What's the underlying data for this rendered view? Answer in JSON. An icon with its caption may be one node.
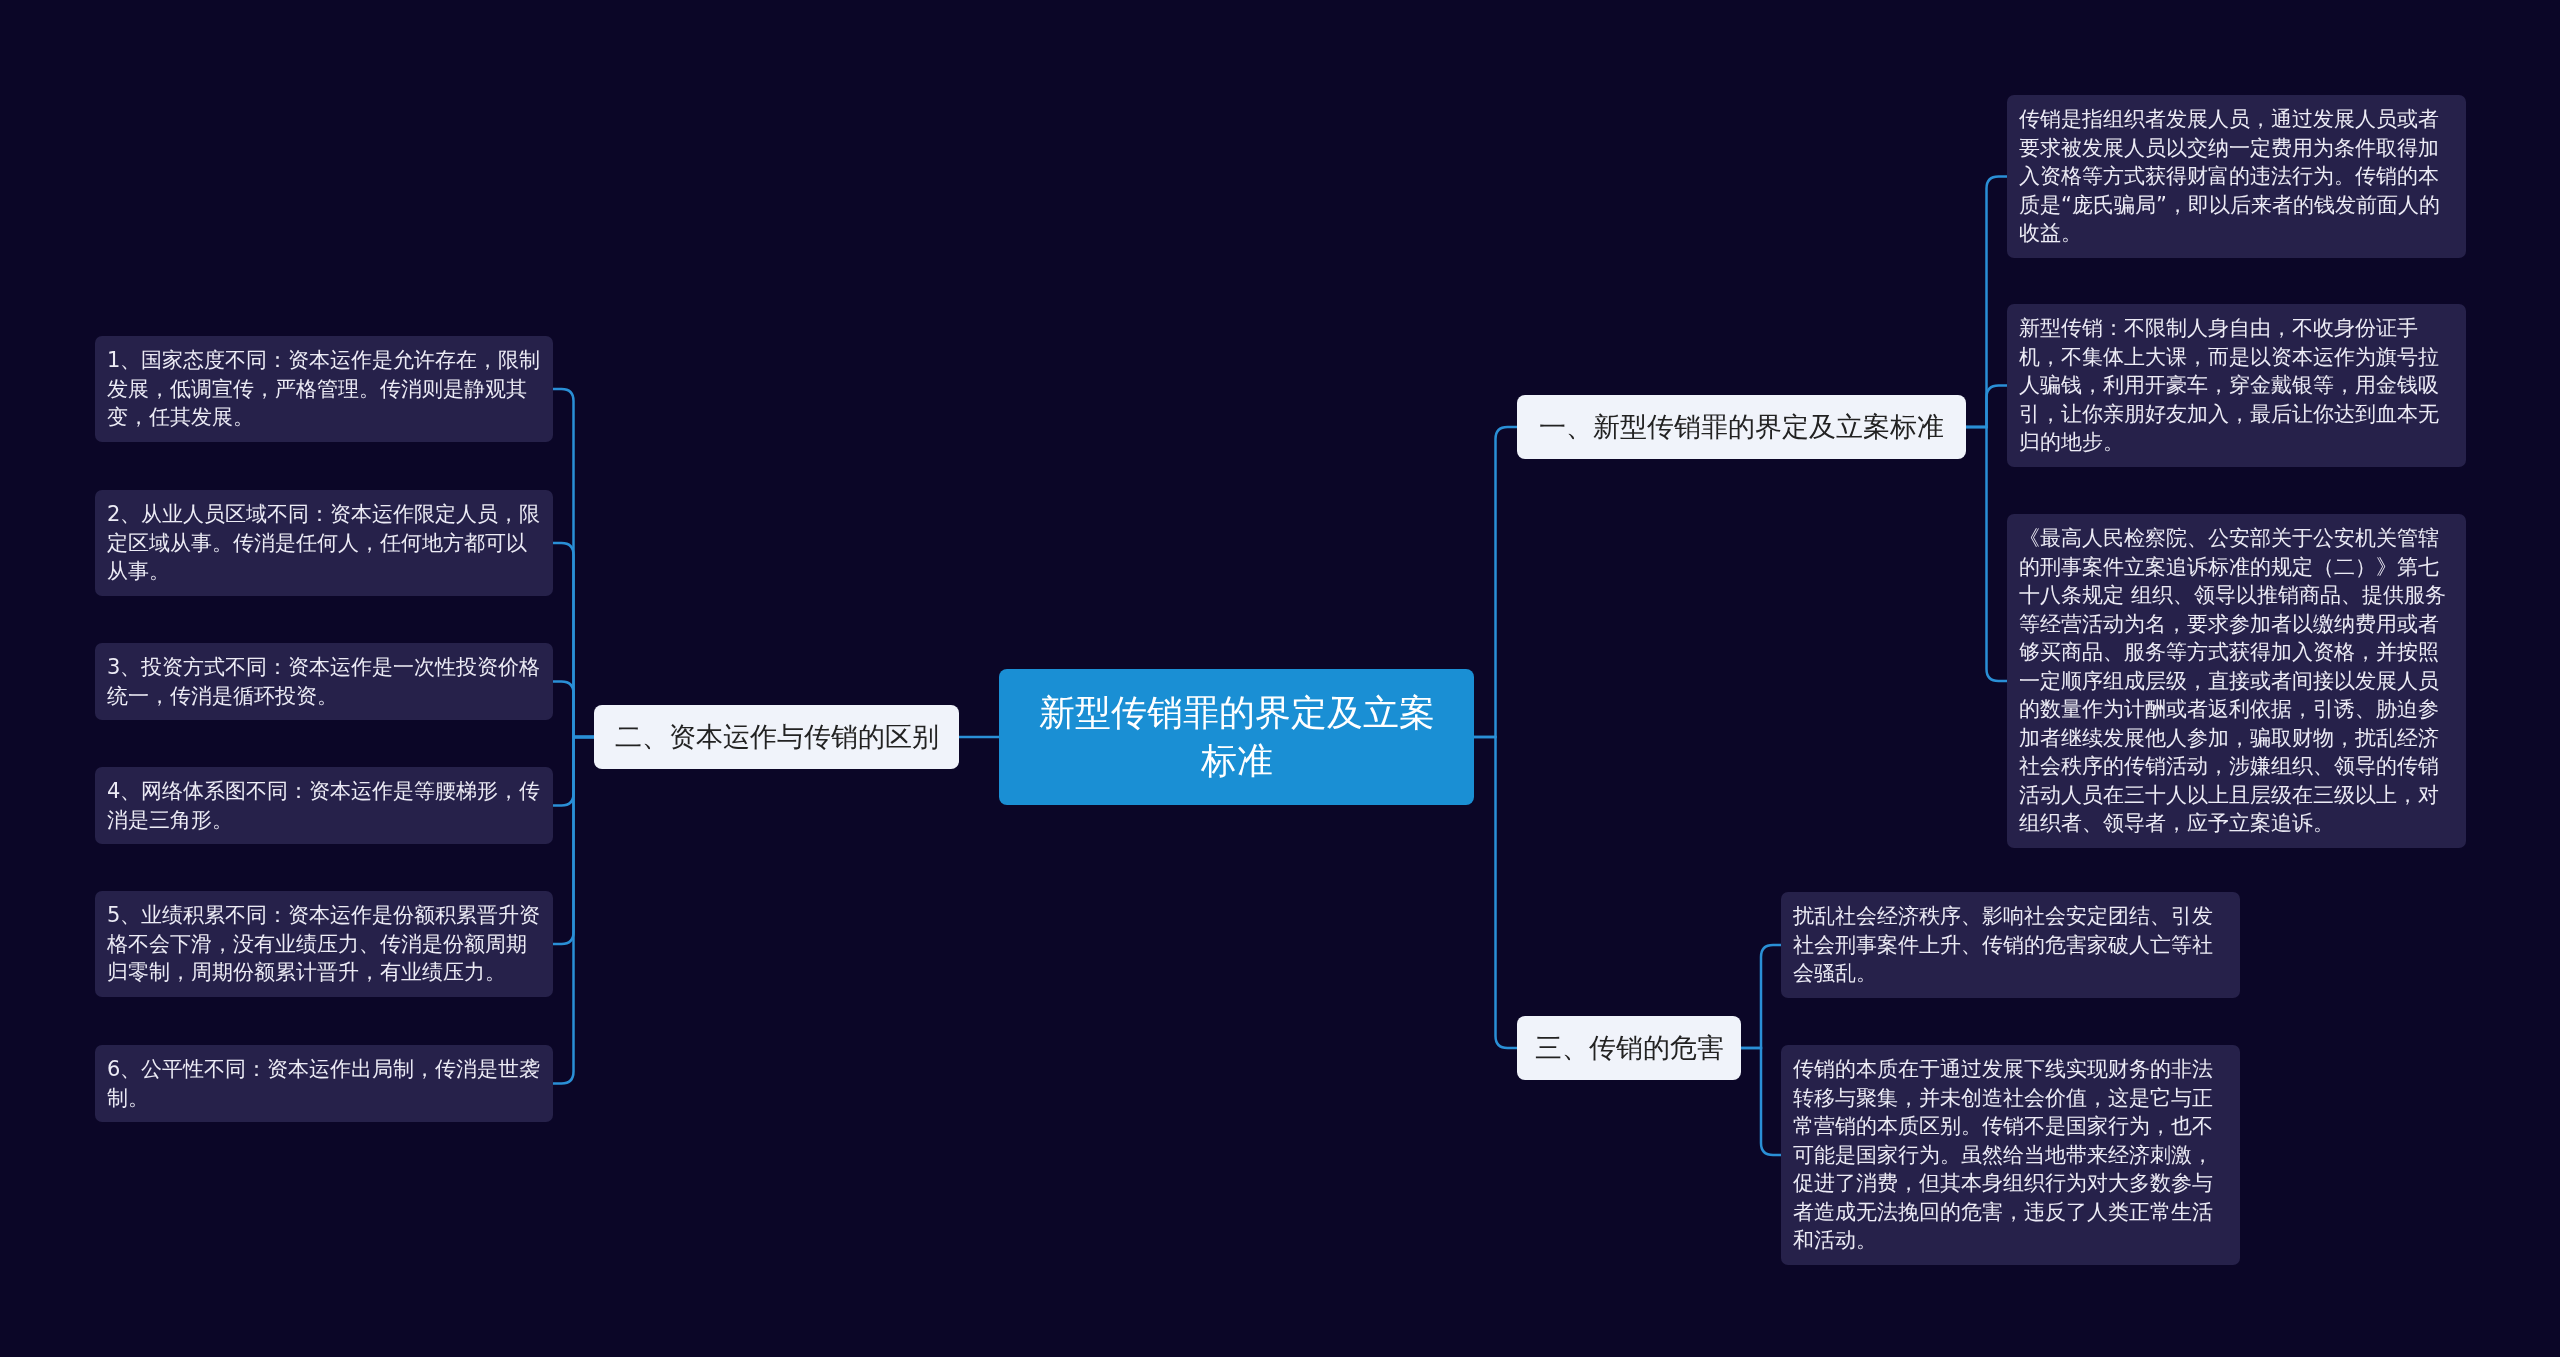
{
  "diagram": {
    "nodes": [
      {
        "text": [
          "新型传销罪的界定及立案标准"
        ]
      },
      {
        "text": [
          "一、新型传销罪的界定及立案标准"
        ]
      },
      {
        "text": [
          "传销是指组织者发展人员，通过发展人员或者要求被发展人员以交纳一定费用为条件取得加入资格等方式获得财富的违法行为。传销的本质是“庞氏骗局”，即以后来者的钱发前面人的收益。"
        ]
      },
      {
        "text": [
          "新型传销：不限制人身自由，不收身份证手机，不集体上大课，而是以资本运作为旗号拉人骗钱，利用开豪车，穿金戴银等，用金钱吸引，让你亲朋好友加入，最后让你达到血本无归的地步。"
        ]
      },
      {
        "text": [
          "《最高人民检察院、公安部关于公安机关管辖的刑事案件立案追诉标准的规定（二）》第七十八条规定 组织、领导以推销商品、提供服务等经营活动为名，要求参加者以缴纳费用或者够买商品、服务等方式获得加入资格，并按照一定顺序组成层级，直接或者间接以发展人员的数量作为计酬或者返利依据，引诱、胁迫参加者继续发展他人参加，骗取财物，扰乱经济社会秩序的传销活动，涉嫌组织、领导的传销活动人员在三十人以上且层级在三级以上，对组织者、领导者，应予立案追诉。"
        ]
      },
      {
        "text": [
          "二、资本运作与传销的区别"
        ]
      },
      {
        "text": [
          "1、国家态度不同：资本运作是允许存在，限制发展，低调宣传，严格管理。传消则是静观其变，任其发展。"
        ]
      },
      {
        "text": [
          "2、从业人员区域不同：资本运作限定人员，限定区域从事。传消是任何人，任何地方都可以从事。"
        ]
      },
      {
        "text": [
          "3、投资方式不同：资本运作是一次性投资价格统一，传消是循环投资。"
        ]
      },
      {
        "text": [
          "4、网络体系图不同：资本运作是等腰梯形，传消是三角形。"
        ]
      },
      {
        "text": [
          "5、业绩积累不同：资本运作是份额积累晋升资格不会下滑，没有业绩压力、传消是份额周期归零制，周期份额累计晋升，有业绩压力。"
        ]
      },
      {
        "text": [
          "6、公平性不同：资本运作出局制，传消是世袭制。"
        ]
      },
      {
        "text": [
          "三、传销的危害"
        ]
      },
      {
        "text": [
          "扰乱社会经济秩序、影响社会安定团结、引发社会刑事案件上升、传销的危害家破人亡等社会骚乱。"
        ]
      },
      {
        "text": [
          "传销的本质在于通过发展下线实现财务的非法转移与聚集，并未创造社会价值，这是它与正常营销的本质区别。传销不是国家行为，也不可能是国家行为。虽然给当地带来经济刺激，促进了消费，但其本身组织行为对大多数参与者造成无法挽回的危害，违反了人类正常生活和活动。"
        ]
      }
    ],
    "edges": [
      {
        "from": 0,
        "to": 1,
        "arrow": "none"
      },
      {
        "from": 1,
        "to": 2,
        "arrow": "none"
      },
      {
        "from": 1,
        "to": 3,
        "arrow": "none"
      },
      {
        "from": 1,
        "to": 4,
        "arrow": "none"
      },
      {
        "from": 0,
        "to": 5,
        "arrow": "none"
      },
      {
        "from": 5,
        "to": 6,
        "arrow": "none"
      },
      {
        "from": 5,
        "to": 7,
        "arrow": "none"
      },
      {
        "from": 5,
        "to": 8,
        "arrow": "none"
      },
      {
        "from": 5,
        "to": 9,
        "arrow": "none"
      },
      {
        "from": 5,
        "to": 10,
        "arrow": "none"
      },
      {
        "from": 5,
        "to": 11,
        "arrow": "none"
      },
      {
        "from": 0,
        "to": 12,
        "arrow": "none"
      },
      {
        "from": 12,
        "to": 13,
        "arrow": "none"
      },
      {
        "from": 12,
        "to": 14,
        "arrow": "none"
      }
    ]
  }
}
